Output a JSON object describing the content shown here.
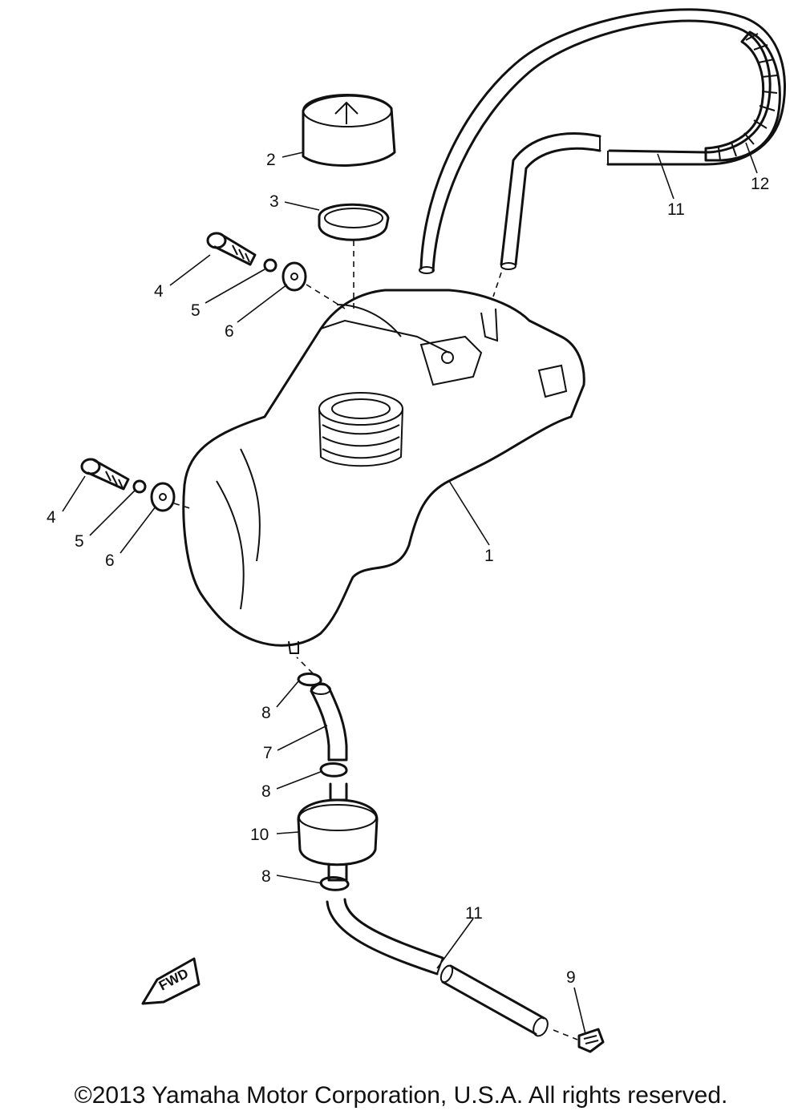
{
  "callouts": {
    "c1": "1",
    "c2": "2",
    "c3": "3",
    "c4a": "4",
    "c5a": "5",
    "c6a": "6",
    "c4b": "4",
    "c5b": "5",
    "c6b": "6",
    "c7": "7",
    "c8a": "8",
    "c8b": "8",
    "c8c": "8",
    "c9": "9",
    "c10": "10",
    "c11a": "11",
    "c11b": "11",
    "c12": "12"
  },
  "fwd_label": "FWD",
  "copyright": "©2013 Yamaha Motor Corporation, U.S.A. All rights reserved."
}
